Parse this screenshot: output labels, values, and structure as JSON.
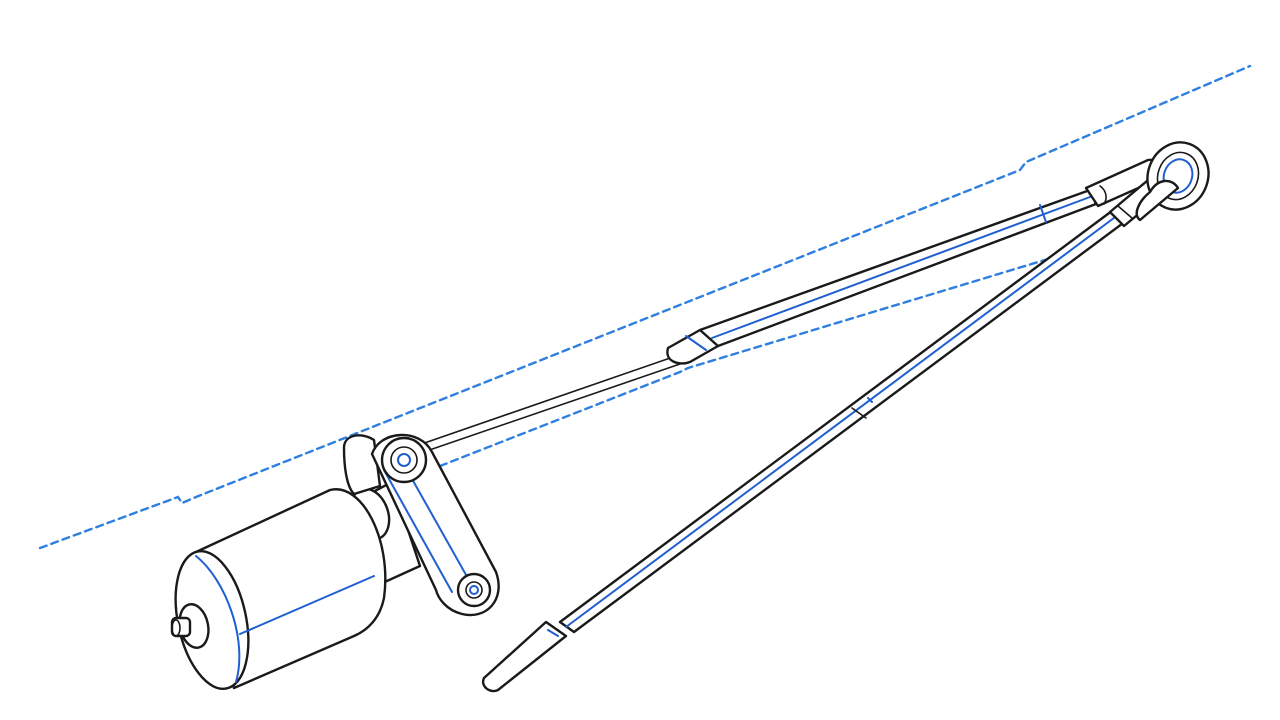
{
  "diagram": {
    "components": [
      {
        "id": "motor",
        "icon": "electric-motor"
      },
      {
        "id": "crank-arm",
        "icon": "crank-lever"
      },
      {
        "id": "upper-connecting-rod",
        "icon": "rod"
      },
      {
        "id": "lower-drive-rod",
        "icon": "rod"
      },
      {
        "id": "pivot-joint",
        "icon": "ball-joint"
      },
      {
        "id": "rod-end-tip",
        "icon": "rod-end"
      }
    ],
    "colors": {
      "outline": "#1a1a1a",
      "highlight": "#1f5fd1",
      "reference_lines": "#2f7fe0",
      "background": "#ffffff"
    }
  }
}
